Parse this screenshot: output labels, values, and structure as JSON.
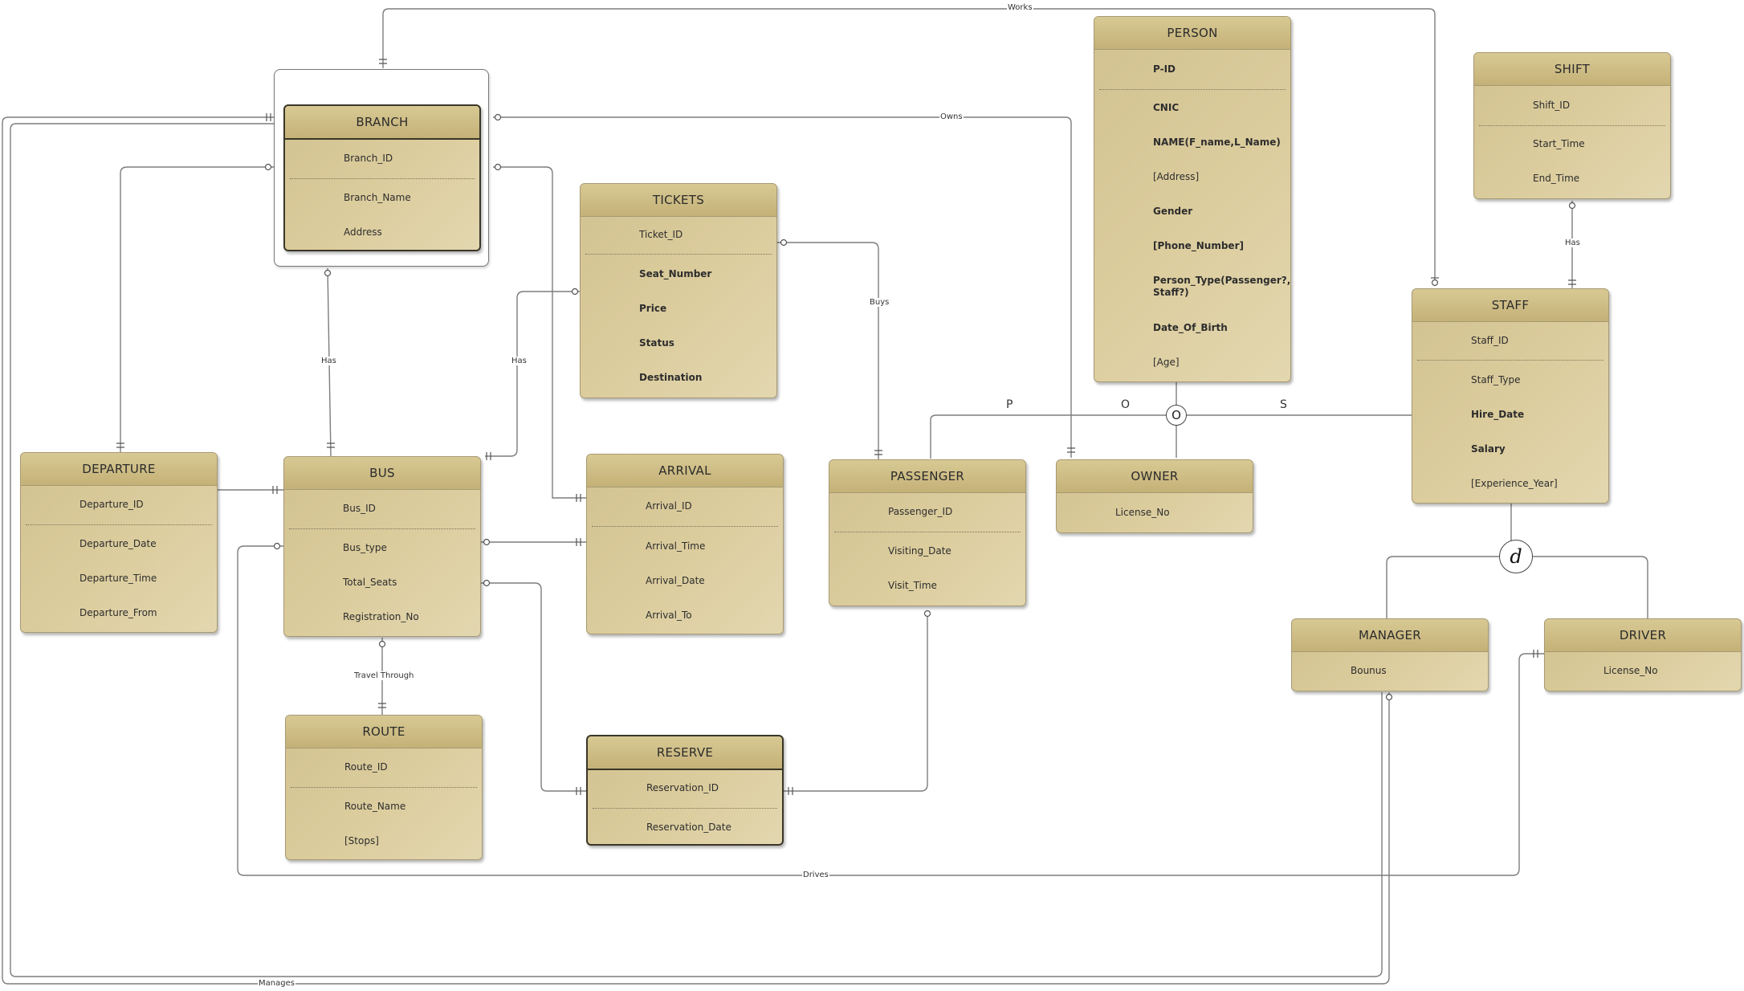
{
  "entities": {
    "branch": {
      "name": "BRANCH",
      "key": "Branch_ID",
      "attrs": [
        "Branch_Name",
        "Address"
      ]
    },
    "tickets": {
      "name": "TICKETS",
      "key": "Ticket_ID",
      "attrs": [
        "Seat_Number",
        "Price",
        "Status",
        "Destination"
      ]
    },
    "person": {
      "name": "PERSON",
      "key": "P-ID",
      "attrs": [
        "CNIC",
        "NAME(F_name,L_Name)",
        "[Address]",
        "Gender",
        "[Phone_Number]",
        "Person_Type(Passenger?, Staff?)",
        "Date_Of_Birth",
        "[Age]"
      ]
    },
    "shift": {
      "name": "SHIFT",
      "key": "Shift_ID",
      "attrs": [
        "Start_Time",
        "End_Time"
      ]
    },
    "staff": {
      "name": "STAFF",
      "key": "Staff_ID",
      "attrs": [
        "Staff_Type",
        "Hire_Date",
        "Salary",
        "[Experience_Year]"
      ]
    },
    "departure": {
      "name": "DEPARTURE",
      "key": "Departure_ID",
      "attrs": [
        "Departure_Date",
        "Departure_Time",
        "Departure_From"
      ]
    },
    "bus": {
      "name": "BUS",
      "key": "Bus_ID",
      "attrs": [
        "Bus_type",
        "Total_Seats",
        "Registration_No"
      ]
    },
    "arrival": {
      "name": "ARRIVAL",
      "key": "Arrival_ID",
      "attrs": [
        "Arrival_Time",
        "Arrival_Date",
        "Arrival_To"
      ]
    },
    "passenger": {
      "name": "PASSENGER",
      "key": "Passenger_ID",
      "attrs": [
        "Visiting_Date",
        "Visit_Time"
      ]
    },
    "owner": {
      "name": "OWNER",
      "attrs": [
        "License_No"
      ]
    },
    "manager": {
      "name": "MANAGER",
      "attrs": [
        "Bounus"
      ]
    },
    "driver": {
      "name": "DRIVER",
      "attrs": [
        "License_No"
      ]
    },
    "route": {
      "name": "ROUTE",
      "key": "Route_ID",
      "attrs": [
        "Route_Name",
        "[Stops]"
      ]
    },
    "reserve": {
      "name": "RESERVE",
      "key": "Reservation_ID",
      "attrs": [
        "Reservation_Date"
      ]
    }
  },
  "relationships": {
    "works": "Works",
    "owns": "Owns",
    "branch_bus_has": "Has",
    "tickets_bus_has": "Has",
    "buys": "Buys",
    "shift_staff_has": "Has",
    "travel_through": "Travel Through",
    "drives": "Drives",
    "manages": "Manages"
  },
  "specialization": {
    "person": {
      "symbol": "O",
      "labels": {
        "passenger": "P",
        "owner": "O",
        "staff": "S"
      }
    },
    "staff": {
      "symbol": "d"
    }
  },
  "colors": {
    "entity_fill": "#d8c995",
    "entity_header": "#c9b67c",
    "entity_border": "#a79a73",
    "line": "#7a7a7a"
  }
}
